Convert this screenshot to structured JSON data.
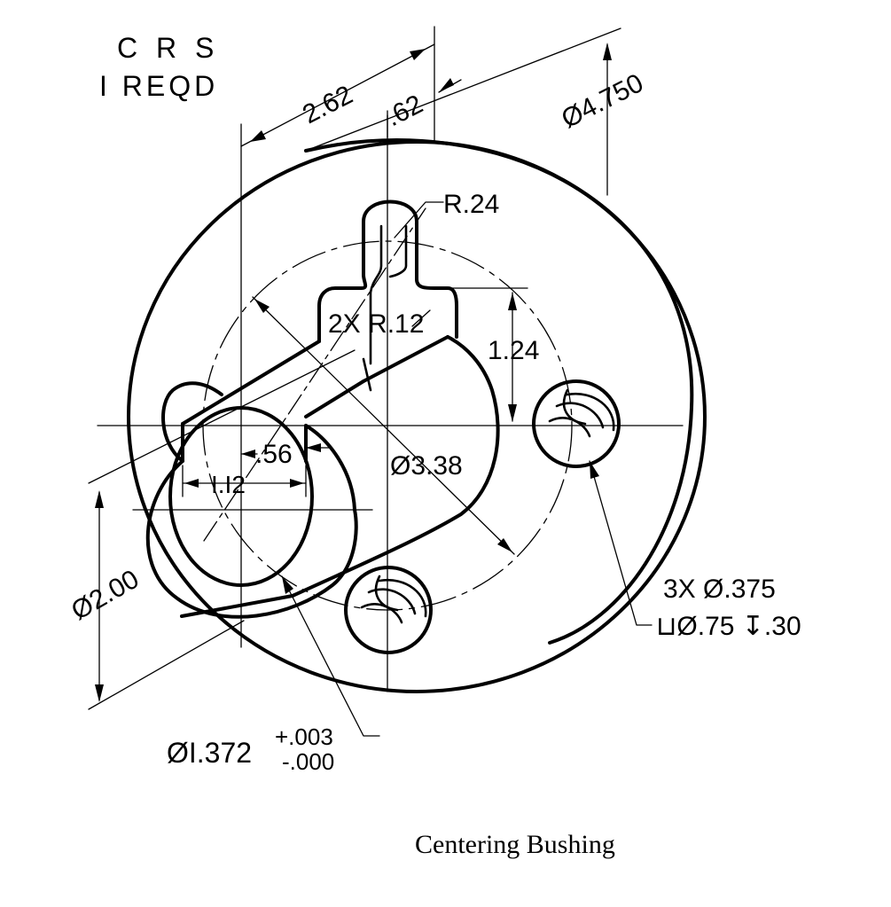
{
  "material_note": {
    "line1": "C R S",
    "line2": "I REQD"
  },
  "dimensions": {
    "d_offset_262": "2.62",
    "d_offset_062": ".62",
    "d_outer_dia": "Ø4.750",
    "d_key_radius": "R.24",
    "d_corner_radii": "2X R.12",
    "d_key_height": "1.24",
    "d_slot_width": ".56",
    "d_bore_offset": "I.I2",
    "d_bolt_circle": "Ø3.38",
    "d_boss_dia": "Ø2.00",
    "d_bore_dia": "ØI.372",
    "d_bore_tol_upper": "+.003",
    "d_bore_tol_lower": "-.000",
    "d_holes_count": "3X Ø.375",
    "d_holes_cbore": "⊔Ø.75 ↧.30"
  },
  "caption": "Centering Bushing"
}
